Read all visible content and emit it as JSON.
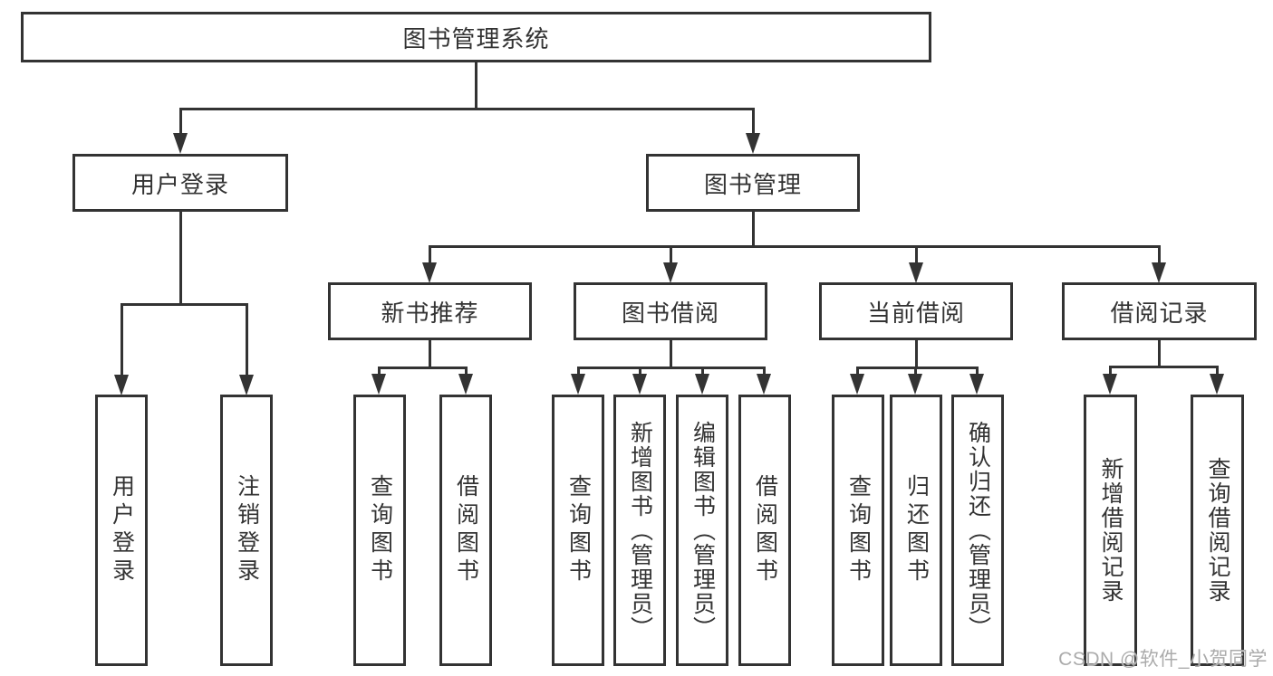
{
  "diagram": {
    "type": "hierarchy-tree",
    "root": "图书管理系统",
    "level1": [
      {
        "label": "用户登录",
        "parent": "图书管理系统"
      },
      {
        "label": "图书管理",
        "parent": "图书管理系统"
      }
    ],
    "level2": [
      {
        "label": "新书推荐",
        "parent": "图书管理"
      },
      {
        "label": "图书借阅",
        "parent": "图书管理"
      },
      {
        "label": "当前借阅",
        "parent": "图书管理"
      },
      {
        "label": "借阅记录",
        "parent": "图书管理"
      }
    ],
    "leaves": [
      {
        "label": "用户登录",
        "parent": "用户登录"
      },
      {
        "label": "注销登录",
        "parent": "用户登录"
      },
      {
        "label": "查询图书",
        "parent": "新书推荐"
      },
      {
        "label": "借阅图书",
        "parent": "新书推荐"
      },
      {
        "label": "查询图书",
        "parent": "图书借阅"
      },
      {
        "label": "新增图书（管理员）",
        "parent": "图书借阅"
      },
      {
        "label": "编辑图书（管理员）",
        "parent": "图书借阅"
      },
      {
        "label": "借阅图书",
        "parent": "图书借阅"
      },
      {
        "label": "查询图书",
        "parent": "当前借阅"
      },
      {
        "label": "归还图书",
        "parent": "当前借阅"
      },
      {
        "label": "确认归还（管理员）",
        "parent": "当前借阅"
      },
      {
        "label": "新增借阅记录",
        "parent": "借阅记录"
      },
      {
        "label": "查询借阅记录",
        "parent": "借阅记录"
      }
    ],
    "colors": {
      "line": "#333333",
      "text": "#333333",
      "background": "#ffffff",
      "watermark": "#ababab"
    },
    "watermark": "CSDN @软件_小贺同学"
  }
}
